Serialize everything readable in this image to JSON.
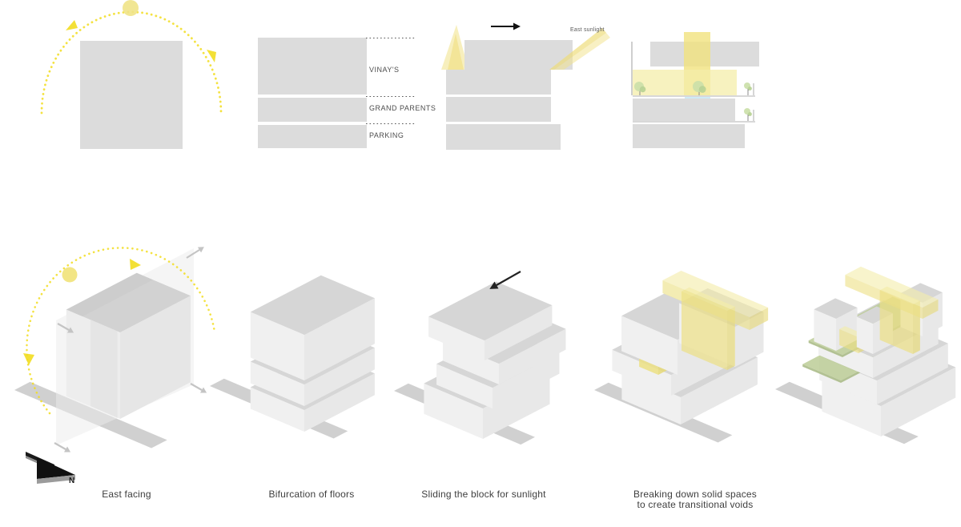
{
  "program_stack": {
    "labels": [
      "VINAY'S",
      "GRAND PARENTS",
      "PARKING"
    ]
  },
  "annotations": {
    "east_sunlight": "East sunlight",
    "north": "N"
  },
  "captions": {
    "east_facing": "East facing",
    "bifurcation": "Bifurcation of floors",
    "sliding": "Sliding the block for sunlight",
    "breaking_line1": "Breaking down solid spaces",
    "breaking_line2": "to create transitional voids"
  },
  "colors": {
    "block_gray": "#dcdcdc",
    "iso_top": "#d6d6d6",
    "iso_left": "#f0f0f0",
    "iso_right": "#e8e8e8",
    "road": "#cdcdcd",
    "sun_yellow": "#f2dd20",
    "sun_fill": "#f0e387",
    "void_yellow_left": "#ece084",
    "void_yellow_right": "#e6d977",
    "void_yellow_top": "#f3ecaa",
    "pale_yellow": "#f4eda9",
    "band_yellow": "#f1e27e",
    "green_top": "#bccc96",
    "green_side": "#a7b982",
    "tree_green": "#cbdfa9",
    "tree_green2": "#b9d295",
    "sky_blue": "#cfeaf6",
    "plane_gray": "#ececec",
    "arrow_black": "#1a1a1a",
    "arrow_gray": "#c4c4c4"
  }
}
